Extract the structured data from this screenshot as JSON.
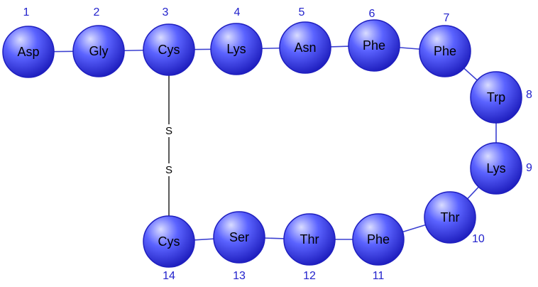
{
  "colors": {
    "bead_light": "#d9dcff",
    "bead_mid": "#5b63ff",
    "bead_dark": "#1f1fbf",
    "bond_line": "#3a3fd0",
    "disulfide_line": "#000000",
    "number_text": "#2222cc"
  },
  "residues": [
    {
      "position": "1",
      "name": "Asp"
    },
    {
      "position": "2",
      "name": "Gly"
    },
    {
      "position": "3",
      "name": "Cys"
    },
    {
      "position": "4",
      "name": "Lys"
    },
    {
      "position": "5",
      "name": "Asn"
    },
    {
      "position": "6",
      "name": "Phe"
    },
    {
      "position": "7",
      "name": "Phe"
    },
    {
      "position": "8",
      "name": "Trp"
    },
    {
      "position": "9",
      "name": "Lys"
    },
    {
      "position": "10",
      "name": "Thr"
    },
    {
      "position": "11",
      "name": "Phe"
    },
    {
      "position": "12",
      "name": "Thr"
    },
    {
      "position": "13",
      "name": "Ser"
    },
    {
      "position": "14",
      "name": "Cys"
    }
  ],
  "disulfide": {
    "atom_top": "S",
    "atom_bottom": "S"
  }
}
